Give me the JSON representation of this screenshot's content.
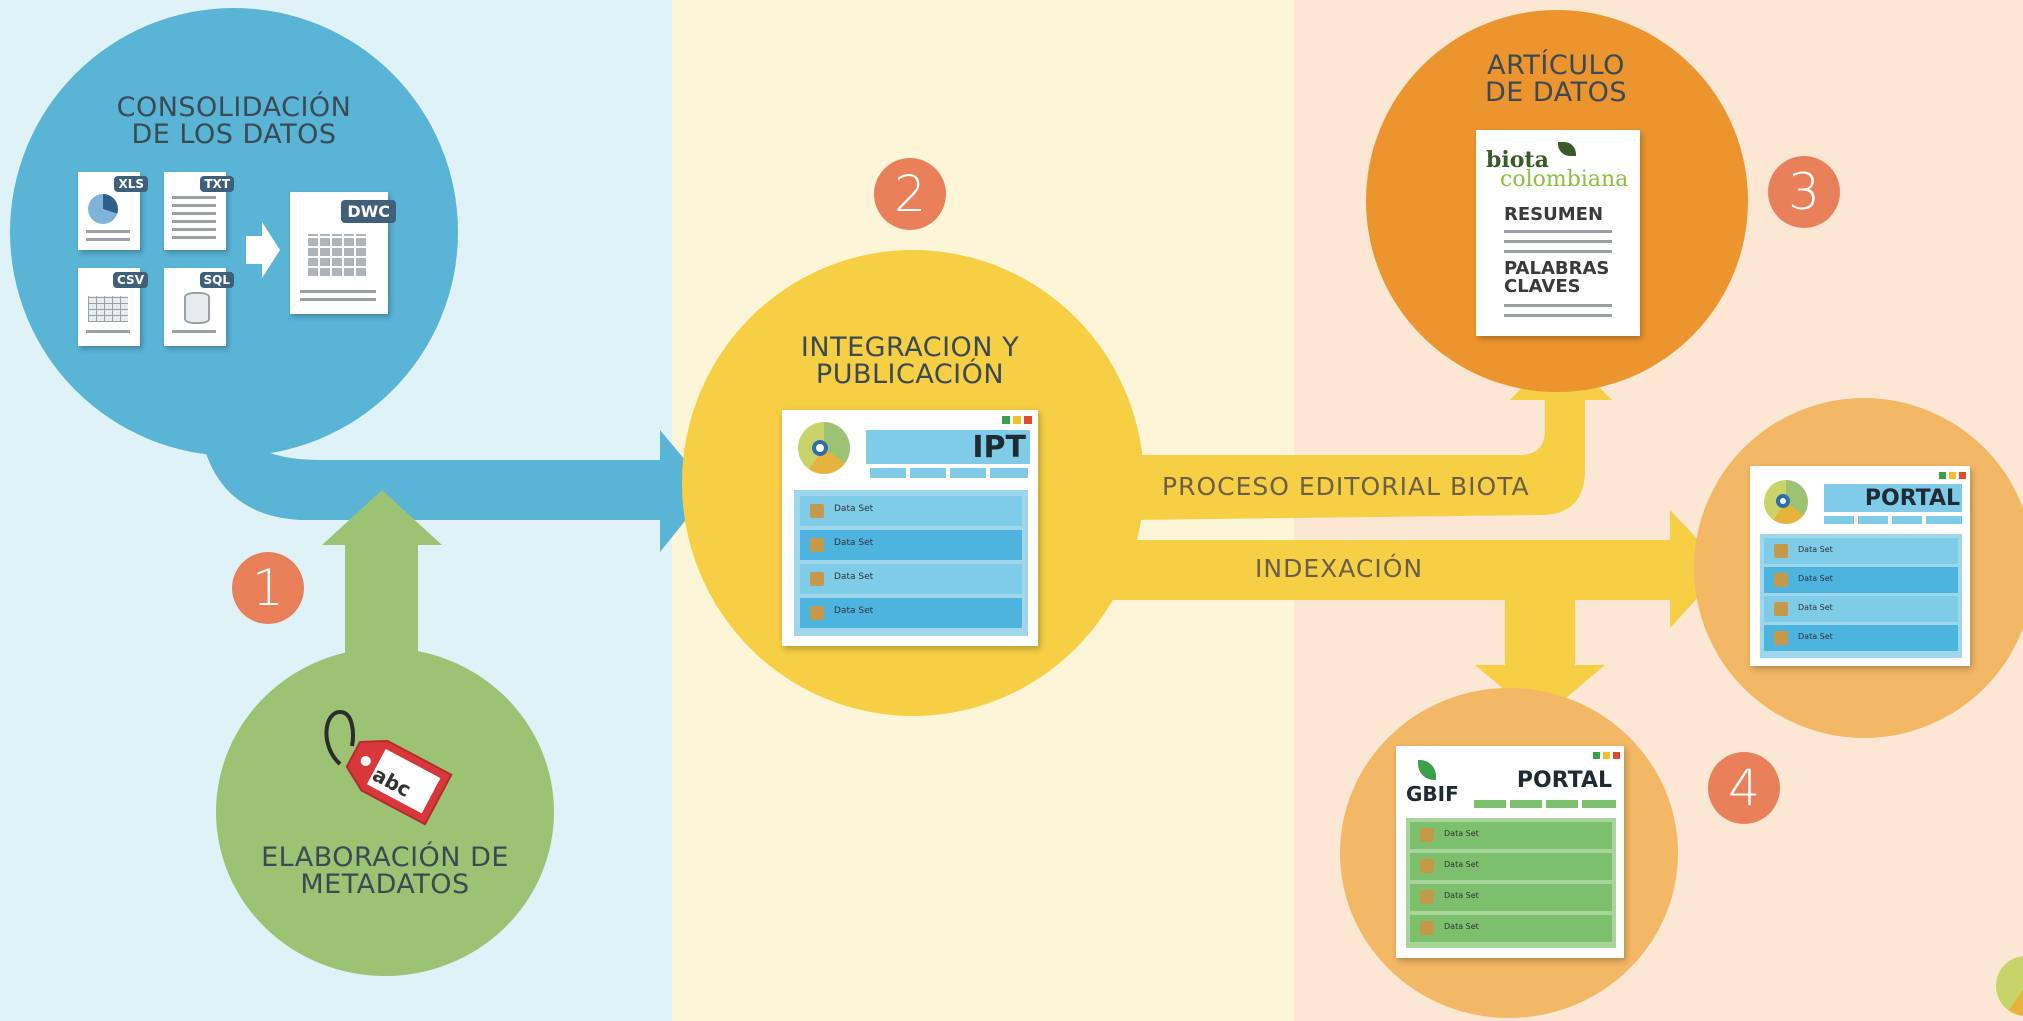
{
  "colors": {
    "band_blue": "#dff2f8",
    "band_yellow": "#fdf5d8",
    "band_orange": "#fbe7d3",
    "blue": "#5ab4d6",
    "yellow": "#f6cf45",
    "orange": "#ec942e",
    "orange_light": "#f2b866",
    "green": "#9cc274",
    "number": "#e9805a"
  },
  "steps": {
    "consolidation": {
      "title_line1": "CONSOLIDACIÓN",
      "title_line2": "DE LOS DATOS",
      "file_tags": [
        "XLS",
        "TXT",
        "CSV",
        "SQL"
      ],
      "target_tag": "DWC"
    },
    "metadata": {
      "title_line1": "ELABORACIÓN DE",
      "title_line2": "METADATOS",
      "tag_text": "abc"
    },
    "integration": {
      "title_line1": "INTEGRACION Y",
      "title_line2": "PUBLICACIÓN",
      "window_title": "IPT",
      "rows": [
        "Data Set",
        "Data Set",
        "Data Set",
        "Data Set"
      ]
    },
    "article": {
      "title_line1": "ARTÍCULO",
      "title_line2": "DE DATOS",
      "logo_line1": "biota",
      "logo_line2": "colombiana",
      "section1": "RESUMEN",
      "section2_line1": "PALABRAS",
      "section2_line2": "CLAVES"
    },
    "portal": {
      "window_title": "PORTAL",
      "rows": [
        "Data Set",
        "Data Set",
        "Data Set",
        "Data Set"
      ]
    },
    "gbif": {
      "logo": "GBIF",
      "window_title": "PORTAL",
      "rows": [
        "Data Set",
        "Data Set",
        "Data Set",
        "Data Set"
      ]
    }
  },
  "numbers": [
    "1",
    "2",
    "3",
    "4"
  ],
  "flows": {
    "editorial": "PROCESO EDITORIAL BIOTA",
    "indexing": "INDEXACIÓN"
  }
}
